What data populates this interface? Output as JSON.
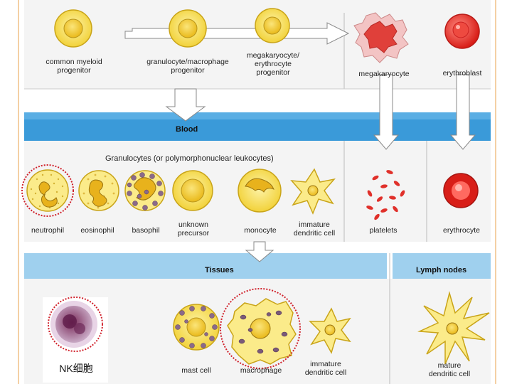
{
  "sections": {
    "blood": "Blood",
    "tissues": "Tissues",
    "lymph_nodes": "Lymph nodes",
    "granulocytes_heading": "Granulocytes (or polymorphonuclear leukocytes)"
  },
  "top_row": [
    {
      "id": "common-myeloid-progenitor",
      "label": [
        "common myeloid",
        "progenitor"
      ]
    },
    {
      "id": "granulocyte-macrophage-progenitor",
      "label": [
        "granulocyte/macrophage",
        "progenitor"
      ]
    },
    {
      "id": "megakaryocyte-erythrocyte-progenitor",
      "label": [
        "megakaryocyte/",
        "erythrocyte",
        "progenitor"
      ]
    },
    {
      "id": "megakaryocyte",
      "label": [
        "megakaryocyte"
      ]
    },
    {
      "id": "erythroblast",
      "label": [
        "erythroblast"
      ]
    }
  ],
  "blood_row": [
    {
      "id": "neutrophil",
      "label": [
        "neutrophil"
      ]
    },
    {
      "id": "eosinophil",
      "label": [
        "eosinophil"
      ]
    },
    {
      "id": "basophil",
      "label": [
        "basophil"
      ]
    },
    {
      "id": "unknown-precursor",
      "label": [
        "unknown",
        "precursor"
      ]
    },
    {
      "id": "monocyte",
      "label": [
        "monocyte"
      ]
    },
    {
      "id": "immature-dendritic-cell-blood",
      "label": [
        "immature",
        "dendritic cell"
      ]
    },
    {
      "id": "platelets",
      "label": [
        "platelets"
      ]
    },
    {
      "id": "erythrocyte",
      "label": [
        "erythrocyte"
      ]
    }
  ],
  "tissue_row": [
    {
      "id": "nk-cell",
      "label": [
        "NK细胞"
      ]
    },
    {
      "id": "mast-cell",
      "label": [
        "mast cell"
      ]
    },
    {
      "id": "macrophage",
      "label": [
        "macrophage"
      ]
    },
    {
      "id": "immature-dendritic-cell-tissue",
      "label": [
        "immature",
        "dendritic cell"
      ]
    },
    {
      "id": "mature-dendritic-cell",
      "label": [
        "mature",
        "dendritic cell"
      ]
    }
  ],
  "colors": {
    "panel_bg": "#f5f5f5",
    "blood_bar": "#3a9ad9",
    "header_band": "#a9d4ee",
    "cell_fill": "#f7e04a",
    "cell_ring": "#c9a418",
    "nucleus": "#f4c81e",
    "red_cell": "#e02a24",
    "granule": "#8a6a8a",
    "highlight_ring": "#d0202a",
    "accent_line": "#e8a24a"
  }
}
